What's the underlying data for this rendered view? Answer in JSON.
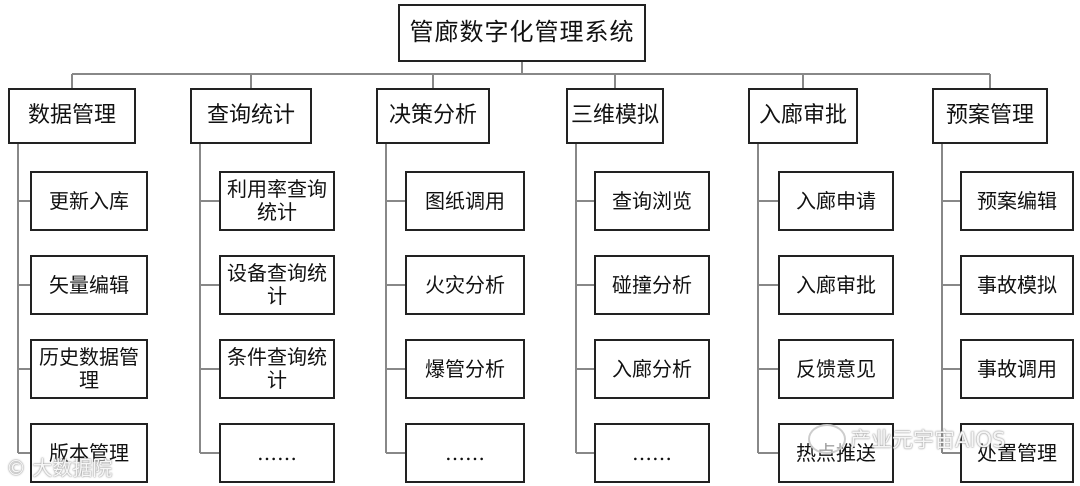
{
  "diagram": {
    "root": "管廊数字化管理系统",
    "categories": [
      {
        "label": "数据管理",
        "children": [
          "更新入库",
          "矢量编辑",
          "历史数据管理",
          "版本管理"
        ]
      },
      {
        "label": "查询统计",
        "children": [
          "利用率查询统计",
          "设备查询统计",
          "条件查询统计",
          "……"
        ]
      },
      {
        "label": "决策分析",
        "children": [
          "图纸调用",
          "火灾分析",
          "爆管分析",
          "……"
        ]
      },
      {
        "label": "三维模拟",
        "children": [
          "查询浏览",
          "碰撞分析",
          "入廊分析",
          "……"
        ]
      },
      {
        "label": "入廊审批",
        "children": [
          "入廊申请",
          "入廊审批",
          "反馈意见",
          "热点推送"
        ]
      },
      {
        "label": "预案管理",
        "children": [
          "预案编辑",
          "事故模拟",
          "事故调用",
          "处置管理"
        ]
      }
    ]
  },
  "watermarks": {
    "left": "© 大数据院",
    "right": "产业元宇宙AIOS"
  }
}
